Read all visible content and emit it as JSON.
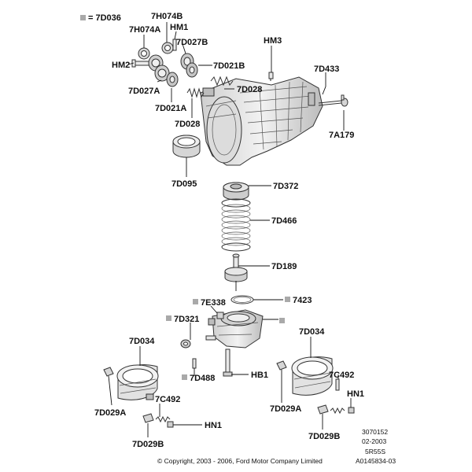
{
  "colors": {
    "line": "#111111",
    "part_fill": "#e6e6e6",
    "part_dark": "#bdbdbd",
    "marker_gray": "#a9a9a9"
  },
  "legend": {
    "marker": "gray-square",
    "text": "= 7D036"
  },
  "labels": {
    "7H074B": "7H074B",
    "7H074A": "7H074A",
    "HM1_top": "HM1",
    "7D027B": "7D027B",
    "HM2": "HM2",
    "7D021B": "7D021B",
    "HM3": "HM3",
    "7D433": "7D433",
    "7D027A": "7D027A",
    "7D028_right": "7D028",
    "7D021A": "7D021A",
    "7D028_left": "7D028",
    "7A179": "7A179",
    "7D095": "7D095",
    "7D372": "7D372",
    "7D466": "7D466",
    "7D189": "7D189",
    "7E338": "7E338",
    "7423": "7423",
    "7D321": "7D321",
    "7D034_left": "7D034",
    "7D034_right": "7D034",
    "7D488": "7D488",
    "HB1": "HB1",
    "7C492_right": "7C492",
    "7C492_left": "7C492",
    "HN1_right": "HN1",
    "HN1_bottom": "HN1",
    "7D029A_left": "7D029A",
    "7D029A_right": "7D029A",
    "7D029B_left": "7D029B",
    "7D029B_right": "7D029B"
  },
  "reference_block": [
    "3070152",
    "02-2003",
    "5R55S",
    "A0145834-03"
  ],
  "copyright": "© Copyright, 2003 - 2006, Ford Motor Company Limited"
}
